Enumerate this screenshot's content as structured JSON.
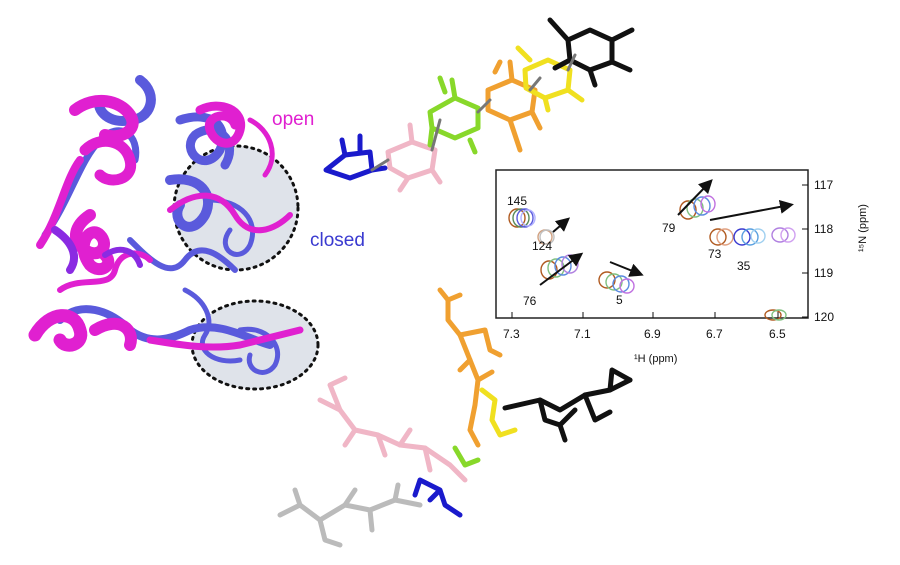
{
  "protein": {
    "label_open": "open",
    "label_closed": "closed",
    "color_open": "#e020d0",
    "color_closed": "#5a5adc",
    "color_overlap": "#8a2be2"
  },
  "sugar_colors": [
    "#1a1acc",
    "#f2b8c6",
    "#88d82a",
    "#f0a030",
    "#f0e020",
    "#111111",
    "#bbbbbb"
  ],
  "spectrum": {
    "x_axis_label": "¹H (ppm)",
    "y_axis_label": "¹⁵N (ppm)",
    "x_ticks": [
      "7.3",
      "7.1",
      "6.9",
      "6.7",
      "6.5"
    ],
    "y_ticks": [
      "117",
      "118",
      "119",
      "120"
    ],
    "peak_labels": [
      "145",
      "124",
      "76",
      "5",
      "79",
      "73",
      "35"
    ]
  }
}
